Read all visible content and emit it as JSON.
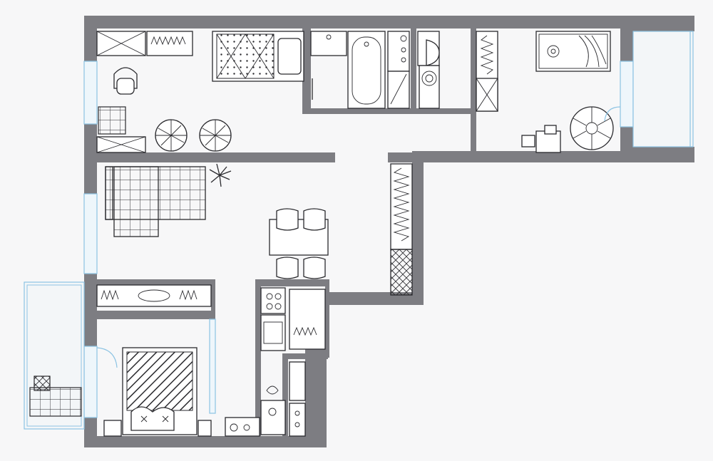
{
  "plan": {
    "wall_color": "#7d7d82",
    "floor_color": "#fbfbfc",
    "line_color": "#2a2a2e",
    "glass_color": "#8cc3e3",
    "rooms": [
      {
        "name": "study-bedroom",
        "furniture": [
          "desk",
          "office-chair",
          "wardrobe",
          "single-bed",
          "poufs",
          "chest"
        ]
      },
      {
        "name": "bathroom",
        "furniture": [
          "sink",
          "bathtub",
          "washing-machine"
        ]
      },
      {
        "name": "toilet",
        "furniture": [
          "toilet",
          "shower-tray"
        ]
      },
      {
        "name": "bedroom-2",
        "furniture": [
          "single-bed",
          "desk",
          "chair",
          "spiral-staircase",
          "wardrobe"
        ]
      },
      {
        "name": "living-room",
        "furniture": [
          "corner-sofa",
          "plant",
          "dining-table",
          "four-chairs",
          "tv-unit"
        ]
      },
      {
        "name": "hallway",
        "furniture": [
          "wardrobe",
          "shoe-cabinet"
        ]
      },
      {
        "name": "master-bedroom",
        "furniture": [
          "double-bed",
          "pillows",
          "nightstand"
        ]
      },
      {
        "name": "kitchen",
        "furniture": [
          "stove",
          "sink",
          "fridge",
          "counter"
        ]
      },
      {
        "name": "balcony-left",
        "furniture": [
          "sofa"
        ]
      },
      {
        "name": "balcony-right",
        "furniture": []
      }
    ]
  }
}
